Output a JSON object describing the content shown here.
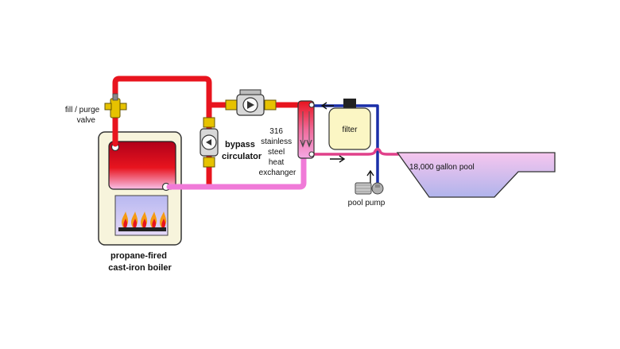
{
  "labels": {
    "fill_purge_line1": "fill / purge",
    "fill_purge_line2": "valve",
    "bypass_line1": "bypass",
    "bypass_line2": "circulator",
    "hx_line1": "316",
    "hx_line2": "stainless",
    "hx_line3": "steel",
    "hx_line4": "heat",
    "hx_line5": "exchanger",
    "filter": "filter",
    "pool": "18,000 gallon pool",
    "pool_pump": "pool pump",
    "boiler_line1": "propane-fired",
    "boiler_line2": "cast-iron boiler"
  },
  "colors": {
    "hot_pipe": "#e8141e",
    "return_pipe": "#f07ad8",
    "pool_supply": "#1a2fa8",
    "pool_return": "#e0408a",
    "pool_water_top": "#f6c6ee",
    "pool_water_bottom": "#b8b8ec",
    "boiler_cabinet": "#f7f4dc",
    "boiler_hot": "#e8141e",
    "filter_body": "#fbf6c4",
    "valve_brass": "#e6c200"
  }
}
